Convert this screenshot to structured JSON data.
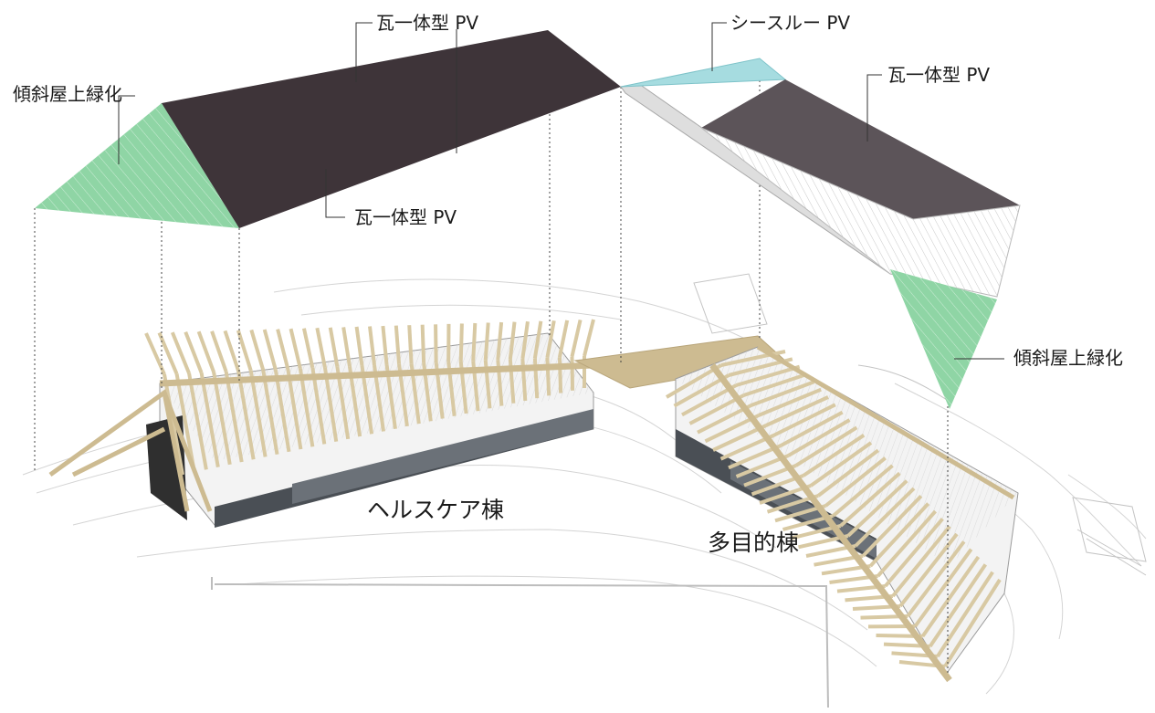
{
  "diagram": {
    "callouts": {
      "green_roof_left": "傾斜屋上緑化",
      "pv_top": "瓦一体型 PV",
      "pv_middle": "瓦一体型 PV",
      "seethrough_pv": "シースルー PV",
      "pv_right": "瓦一体型 PV",
      "green_roof_right": "傾斜屋上緑化"
    },
    "buildings": {
      "healthcare": "ヘルスケア棟",
      "multipurpose": "多目的棟"
    },
    "colors": {
      "pv_dark": "#3e3439",
      "pv_right": "#5c5459",
      "green_roof": "#8fd5a5",
      "seethrough": "#a6dce0",
      "timber": "#d8c9a3",
      "glass": "#4a4f55",
      "hatch": "#cfcfcf"
    }
  }
}
